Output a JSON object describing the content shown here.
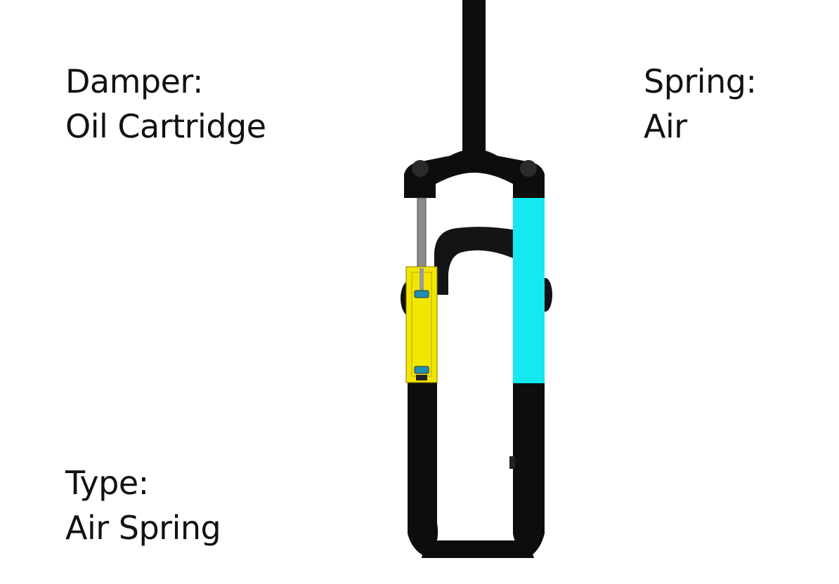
{
  "labels": {
    "damper": {
      "heading": "Damper:",
      "value": "Oil Cartridge"
    },
    "spring": {
      "heading": "Spring:",
      "value": "Air"
    },
    "type": {
      "heading": "Type:",
      "value": "Air Spring"
    }
  },
  "colors": {
    "fork_body": "#0d0d0d",
    "damper_cartridge": "#f2e600",
    "air_spring_chamber": "#14e8f0",
    "damper_rod": "#8a8a8a",
    "seal": "#1f8fb5"
  },
  "parts": [
    "steerer-tube",
    "crown",
    "left-stanchion-damper",
    "right-stanchion-air-spring",
    "lower-arch",
    "lower-legs",
    "axle-bridge"
  ]
}
